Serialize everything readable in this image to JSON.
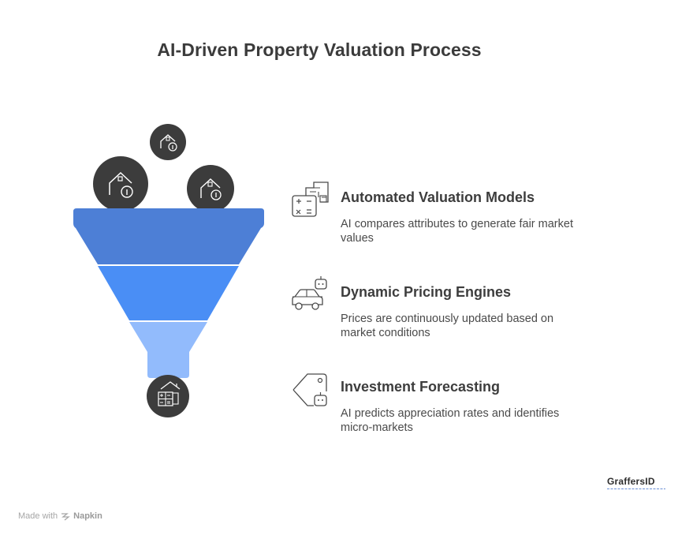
{
  "title": "AI-Driven Property Valuation Process",
  "colors": {
    "funnel_top": "#4d7fd6",
    "funnel_middle": "#4a8ef5",
    "funnel_bottom": "#92bbfc",
    "circle": "#3c3c3c",
    "icon_stroke": "#4a4a4a"
  },
  "input_icons": [
    "house-info-icon",
    "house-info-icon",
    "house-info-icon"
  ],
  "output_icon": "house-calculator-icon",
  "steps": [
    {
      "icon": "calculator-building-icon",
      "title": "Automated Valuation Models",
      "description": "AI compares attributes to generate fair market values"
    },
    {
      "icon": "robot-car-icon",
      "title": "Dynamic Pricing Engines",
      "description": "Prices are continuously updated based on market conditions"
    },
    {
      "icon": "price-tag-robot-icon",
      "title": "Investment Forecasting",
      "description": "AI predicts appreciation rates and identifies micro-markets"
    }
  ],
  "footer": {
    "made_with": "Made with",
    "brand": "Napkin"
  },
  "logo": {
    "text": "GraffersID"
  }
}
